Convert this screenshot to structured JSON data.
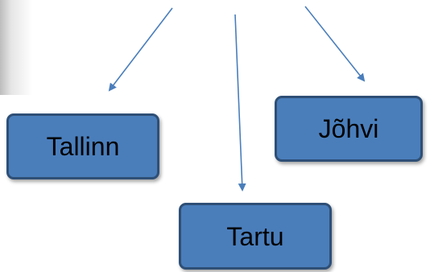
{
  "diagram": {
    "nodes": [
      {
        "id": "tallinn",
        "label": "Tallinn"
      },
      {
        "id": "johvi",
        "label": "Jõhvi"
      },
      {
        "id": "tartu",
        "label": "Tartu"
      }
    ],
    "arrow_color": "#4a7ebb",
    "box_fill": "#4a7ebb",
    "box_border": "#2e4f76"
  }
}
